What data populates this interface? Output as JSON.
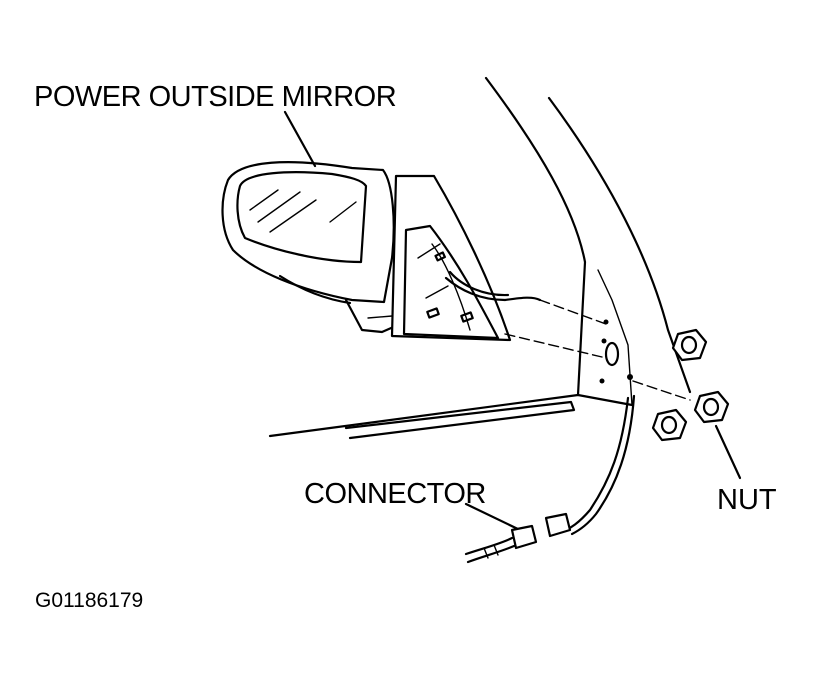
{
  "labels": {
    "mirror": "POWER OUTSIDE MIRROR",
    "connector": "CONNECTOR",
    "nut": "NUT",
    "figure_code": "G01186179"
  },
  "colors": {
    "ink": "#000000",
    "background": "#ffffff"
  }
}
